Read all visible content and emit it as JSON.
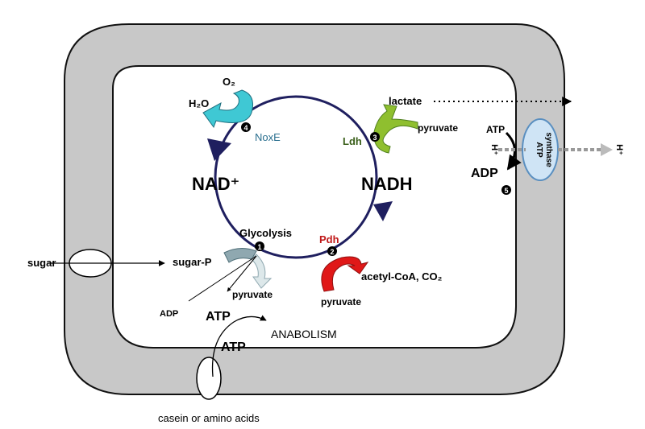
{
  "cofactors": {
    "nad_plus": "NAD⁺",
    "nadh": "NADH"
  },
  "enzymes": {
    "glycolysis": {
      "label": "Glycolysis",
      "step": "1"
    },
    "pdh": {
      "label": "Pdh",
      "step": "2"
    },
    "ldh": {
      "label": "Ldh",
      "step": "3"
    },
    "noxe": {
      "label": "NoxE",
      "step": "4"
    },
    "atp_synthase": {
      "label_line1": "ATP",
      "label_line2": "synthase",
      "step": "5"
    }
  },
  "metabolites": {
    "o2": "O₂",
    "h2o": "H₂O",
    "lactate": "lactate",
    "pyruvate_ldh": "pyruvate",
    "pyruvate_glycolysis": "pyruvate",
    "pyruvate_pdh": "pyruvate",
    "acetyl_coa": "acetyl-CoA,  CO₂",
    "sugar": "sugar",
    "sugar_p": "sugar-P",
    "adp_glycolysis": "ADP",
    "atp_glycolysis": "ATP",
    "atp_anabolism": "ATP",
    "anabolism": "ANABOLISM",
    "casein": "casein or amino acids",
    "atp_synthase_in": "ATP",
    "adp_synthase_out": "ADP",
    "proton_in": "H⁺",
    "proton_out": "H⁺"
  },
  "colors": {
    "membrane": "#c8c8c8",
    "cycle": "#1f1f5f",
    "noxe_arrow": "#3fc8d4",
    "noxe_text": "#2a6f8f",
    "ldh_arrow": "#8fbf2f",
    "ldh_text": "#3a5f1a",
    "pdh_arrow": "#e01818",
    "pdh_text": "#c01818",
    "glycolysis_arrow": "#8fa8b0",
    "synthase_fill": "#cfe4f5",
    "synthase_stroke": "#5a8fc0"
  }
}
